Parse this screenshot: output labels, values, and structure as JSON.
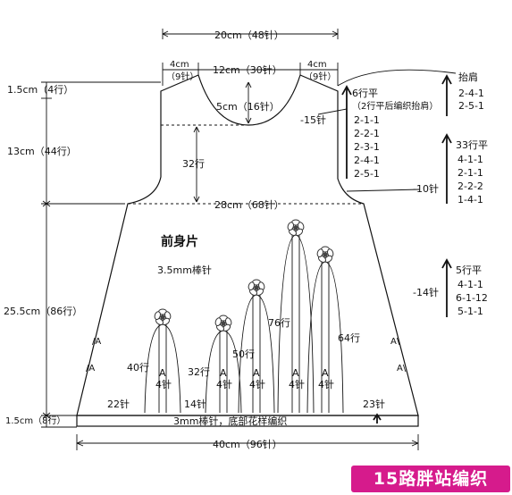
{
  "widths": {
    "top_total": "20cm（48针）",
    "shoulder_left": "4cm",
    "shoulder_left_st": "（9针）",
    "neck": "12cm（30针）",
    "shoulder_right": "4cm",
    "shoulder_right_st": "（9针）",
    "neck_depth": "5cm（16针）",
    "chest": "28cm（68针）",
    "bottom_total": "40cm（96针）"
  },
  "heights": {
    "shoulder": "1.5cm（4行）",
    "armhole": "13cm（44行）",
    "body": "25.5cm（86行）",
    "border": "1.5cm（8行）",
    "neck_rows": "32行"
  },
  "neck_shaping": {
    "rest": "6行平",
    "note": "（2行平后编织抬肩）",
    "rows": [
      "2-1-1",
      "2-2-1",
      "2-3-1",
      "2-4-1",
      "2-5-1"
    ],
    "total": "-15针"
  },
  "shoulder_shaping": {
    "label": "抬肩",
    "rows": [
      "2-4-1",
      "2-5-1"
    ]
  },
  "armhole_shaping": {
    "rest": "33行平",
    "rows": [
      "4-1-1",
      "2-1-1",
      "2-2-2",
      "1-4-1"
    ],
    "total": "-10针"
  },
  "side_shaping": {
    "rest": "5行平",
    "rows": [
      "4-1-1",
      "6-1-12",
      "5-1-1"
    ],
    "total": "-14针"
  },
  "panel": {
    "title": "前身片",
    "needle": "3.5mm棒针",
    "border_note": "3mm棒针，底部花样编织"
  },
  "stems": {
    "rows": [
      "40行",
      "32行",
      "50行",
      "76行",
      "64行"
    ],
    "a_label": "A",
    "a_st": "4针",
    "left_edge": "22针",
    "gap": "14针",
    "right_edge": "23针"
  },
  "side_marks": {
    "left": "/A",
    "right": "A\\"
  },
  "watermark": "15路胖站编织"
}
